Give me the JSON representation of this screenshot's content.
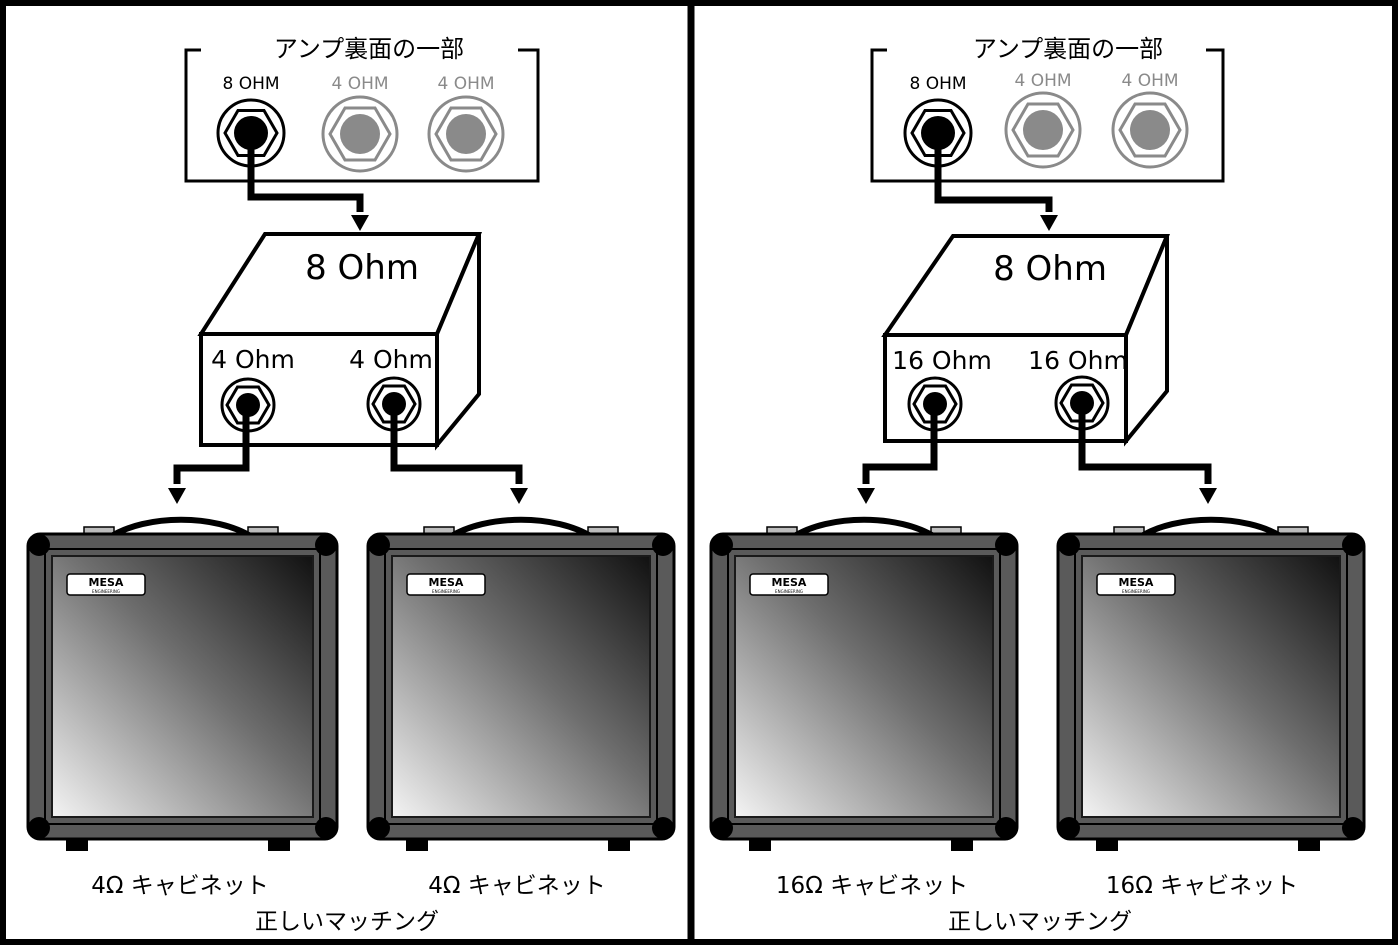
{
  "colors": {
    "ink": "#000000",
    "inactive_jack": "#8a8a8a",
    "cab_body": "#5a5a5a",
    "cab_grill_dark": "#111111",
    "cab_grill_light": "#f4f4f4",
    "handle_plate": "#bdbdbd"
  },
  "icons": {
    "jack": "output-jack-icon",
    "arrow": "arrow-down-icon",
    "cabinet": "speaker-cabinet-icon",
    "logo": "mesa-logo"
  },
  "panels": [
    {
      "amp_back_title": "アンプ裏面の一部",
      "amp_jacks": [
        "8 OHM",
        "4 OHM",
        "4 OHM"
      ],
      "box_label": "8 Ohm",
      "box_outputs": [
        "4 Ohm",
        "4 Ohm"
      ],
      "cabinets": [
        {
          "caption": "4Ω キャビネット",
          "logo": "MESA",
          "logo_sub": "ENGINEERING"
        },
        {
          "caption": "4Ω キャビネット",
          "logo": "MESA",
          "logo_sub": "ENGINEERING"
        }
      ],
      "verdict": "正しいマッチング"
    },
    {
      "amp_back_title": "アンプ裏面の一部",
      "amp_jacks": [
        "8 OHM",
        "4 OHM",
        "4 OHM"
      ],
      "box_label": "8 Ohm",
      "box_outputs": [
        "16 Ohm",
        "16 Ohm"
      ],
      "cabinets": [
        {
          "caption": "16Ω キャビネット",
          "logo": "MESA",
          "logo_sub": "ENGINEERING"
        },
        {
          "caption": "16Ω キャビネット",
          "logo": "MESA",
          "logo_sub": "ENGINEERING"
        }
      ],
      "verdict": "正しいマッチング"
    }
  ]
}
